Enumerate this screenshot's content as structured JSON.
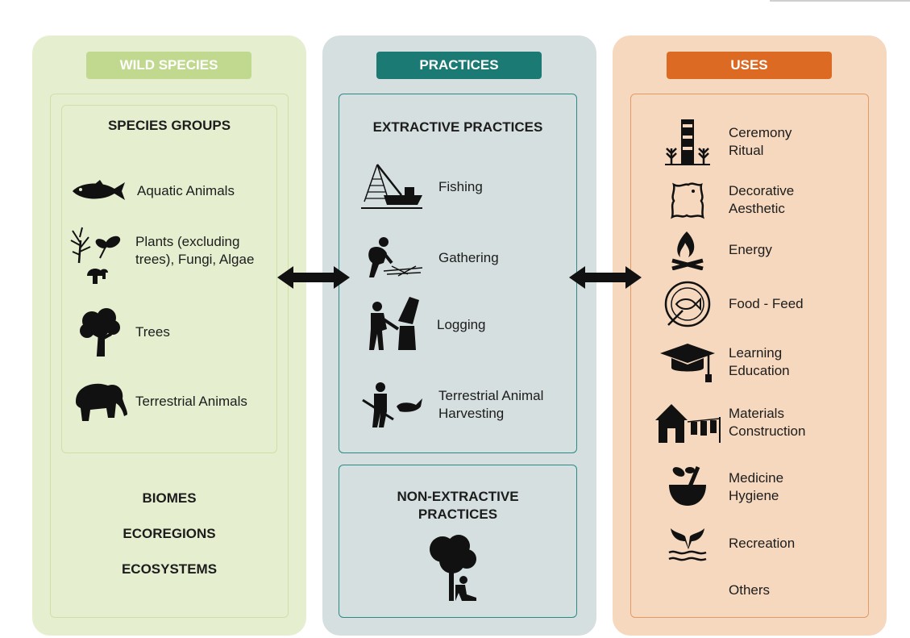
{
  "wild_species": {
    "tag": "WILD SPECIES",
    "species_groups_heading": "SPECIES GROUPS",
    "items": [
      {
        "label": "Aquatic Animals",
        "icon": "fish-icon"
      },
      {
        "label": "Plants (excluding\ntrees), Fungi, Algae",
        "icon": "plant-fungi-icon"
      },
      {
        "label": "Trees",
        "icon": "tree-icon"
      },
      {
        "label": "Terrestrial Animals",
        "icon": "elephant-icon"
      }
    ],
    "biomes": "BIOMES",
    "ecoregions": "ECOREGIONS",
    "ecosystems": "ECOSYSTEMS"
  },
  "practices": {
    "tag": "PRACTICES",
    "extractive_heading": "EXTRACTIVE PRACTICES",
    "items": [
      {
        "label": "Fishing",
        "icon": "fishing-boat-icon"
      },
      {
        "label": "Gathering",
        "icon": "gathering-person-icon"
      },
      {
        "label": "Logging",
        "icon": "logging-person-icon"
      },
      {
        "label": "Terrestrial Animal\nHarvesting",
        "icon": "hunter-icon"
      }
    ],
    "non_extractive_heading": "NON-EXTRACTIVE\nPRACTICES",
    "non_extractive_icon": "person-under-tree-icon"
  },
  "uses": {
    "tag": "USES",
    "items": [
      {
        "label": "Ceremony\nRitual",
        "icon": "totem-icon"
      },
      {
        "label": "Decorative\nAesthetic",
        "icon": "hide-icon"
      },
      {
        "label": "Energy",
        "icon": "campfire-icon"
      },
      {
        "label": "Food - Feed",
        "icon": "fish-plate-icon"
      },
      {
        "label": "Learning\nEducation",
        "icon": "graduation-cap-icon"
      },
      {
        "label": "Materials\nConstruction",
        "icon": "hut-icon"
      },
      {
        "label": "Medicine\nHygiene",
        "icon": "mortar-herbs-icon"
      },
      {
        "label": "Recreation",
        "icon": "whale-tail-icon"
      },
      {
        "label": "Others",
        "icon": ""
      }
    ]
  },
  "colors": {
    "wild_panel": "#e5efd0",
    "wild_tag": "#c0d98e",
    "practices_panel": "#d6dfdf",
    "practices_tag": "#1c7a74",
    "uses_panel": "#f6d8bf",
    "uses_tag": "#dd6a22"
  }
}
